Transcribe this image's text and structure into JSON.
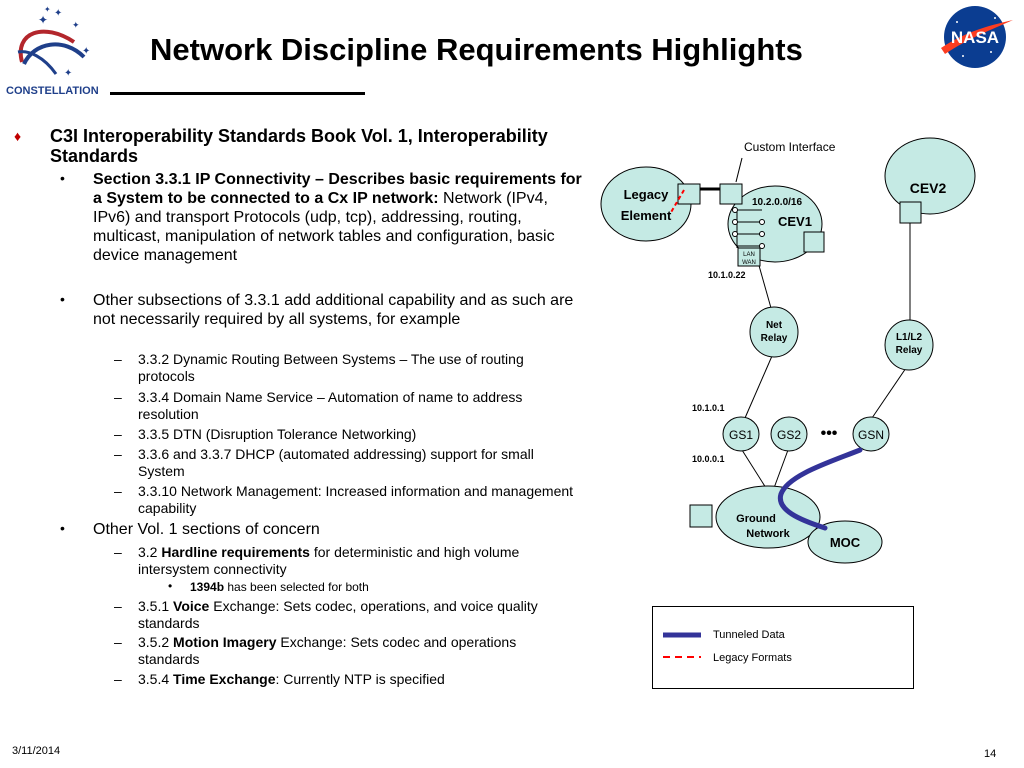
{
  "slide": {
    "title": "Network Discipline Requirements Highlights",
    "footer_date": "3/11/2014",
    "page_number": "14"
  },
  "logos": {
    "left_text": "CONSTELLATION",
    "right_text": "NASA"
  },
  "bullets": {
    "b1": "C3I Interoperability Standards Book Vol. 1, Interoperability Standards",
    "b1_1_bold": "Section 3.3.1 IP Connectivity – Describes basic requirements for a System to be connected to a Cx IP network:",
    "b1_1_rest": "Network (IPv4, IPv6)  and transport Protocols (udp, tcp), addressing, routing, multicast, manipulation of network tables and configuration, basic device management",
    "b1_2": "Other subsections of 3.3.1 add additional capability and as such are not necessarily required by all systems, for example",
    "b1_2_a": "3.3.2 Dynamic Routing Between Systems – The use of routing protocols",
    "b1_2_b": "3.3.4 Domain Name Service – Automation of name to address resolution",
    "b1_2_c": "3.3.5 DTN (Disruption Tolerance Networking)",
    "b1_2_d": "3.3.6 and 3.3.7 DHCP (automated addressing) support for small System",
    "b1_2_e": "3.3.10 Network Management:  Increased information and management capability",
    "b1_3": "Other Vol. 1 sections of concern",
    "b1_3_a_pre": "3.2 ",
    "b1_3_a_bold": "Hardline requirements",
    "b1_3_a_post": " for deterministic and high volume intersystem connectivity",
    "b1_3_a_i_bold": "1394b",
    "b1_3_a_i_post": " has been selected for both",
    "b1_3_b_pre": "3.5.1 ",
    "b1_3_b_bold": "Voice",
    "b1_3_b_post": " Exchange: Sets codec, operations, and voice quality standards",
    "b1_3_c_pre": "3.5.2 ",
    "b1_3_c_bold": "Motion Imagery",
    "b1_3_c_post": " Exchange:  Sets codec and operations standards",
    "b1_3_d_pre": "3.5.4 ",
    "b1_3_d_bold": "Time Exchange",
    "b1_3_d_post": ":  Currently NTP is specified"
  },
  "diagram": {
    "custom_interface": "Custom Interface",
    "legacy_line1": "Legacy",
    "legacy_line2": "Element",
    "cev1_subnet": "10.2.0.0/16",
    "cev1": "CEV1",
    "lan": "LAN",
    "wan": "WAN",
    "cev1_ip": "10.1.0.22",
    "cev2": "CEV2",
    "net_relay_1": "Net",
    "net_relay_2": "Relay",
    "l1l2_relay_1": "L1/L2",
    "l1l2_relay_2": "Relay",
    "gs_ip_top": "10.1.0.1",
    "gs_ip_bottom": "10.0.0.1",
    "gs1": "GS1",
    "gs2": "GS2",
    "gsn": "GSN",
    "ellipsis": "•••",
    "ground_network_1": "Ground",
    "ground_network_2": "Network",
    "moc": "MOC",
    "legend_tunneled": "Tunneled Data",
    "legend_legacy": "Legacy Formats",
    "colors": {
      "node_fill": "#c5eae4",
      "tunnel": "#333399",
      "legacy": "#ff0000"
    }
  }
}
